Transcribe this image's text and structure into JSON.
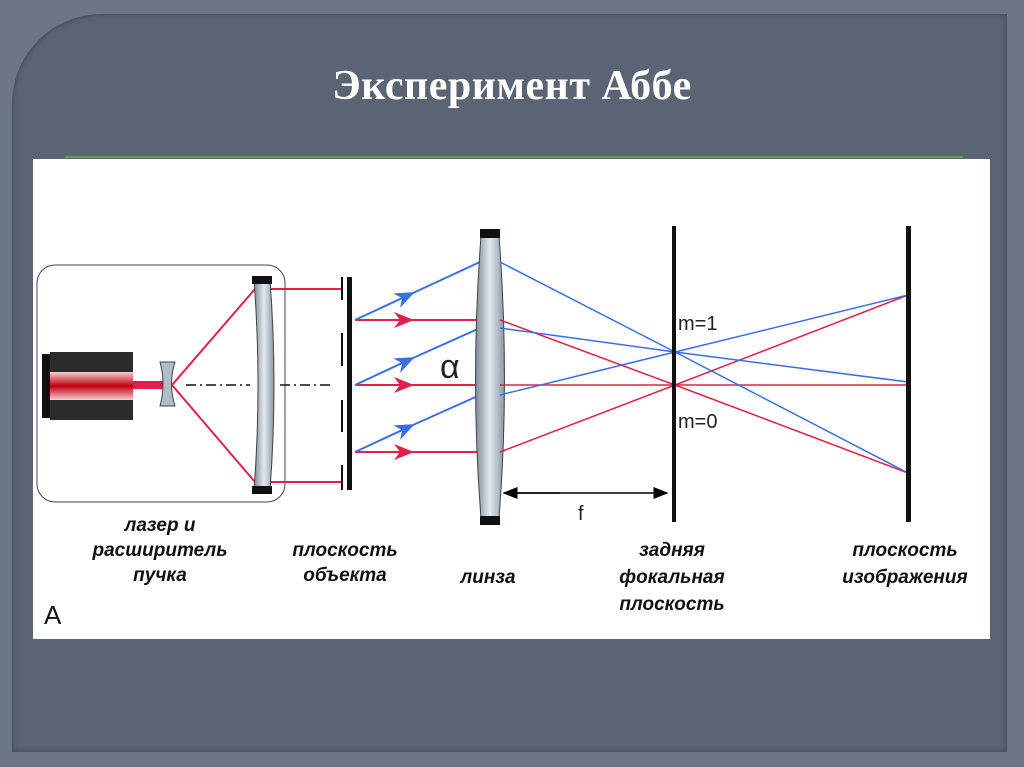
{
  "slide": {
    "title": "Эксперимент  Аббе"
  },
  "diagram": {
    "panel_letter": "A",
    "alpha_symbol": "α",
    "focal_length_label": "f",
    "order_labels": [
      "m=1",
      "m=0"
    ],
    "labels": {
      "laser": [
        "лазер и",
        "расширитель",
        "пучка"
      ],
      "object_plane": [
        "плоскость",
        "объекта"
      ],
      "lens": [
        "линза"
      ],
      "back_focal_plane": [
        "задняя",
        "фокальная",
        "плоскость"
      ],
      "image_plane": [
        "плоскость",
        "изображения"
      ]
    },
    "colors": {
      "zero_order": "#e0204a",
      "first_order": "#2f5fd0",
      "accent_rule": "#5fa33e"
    }
  }
}
